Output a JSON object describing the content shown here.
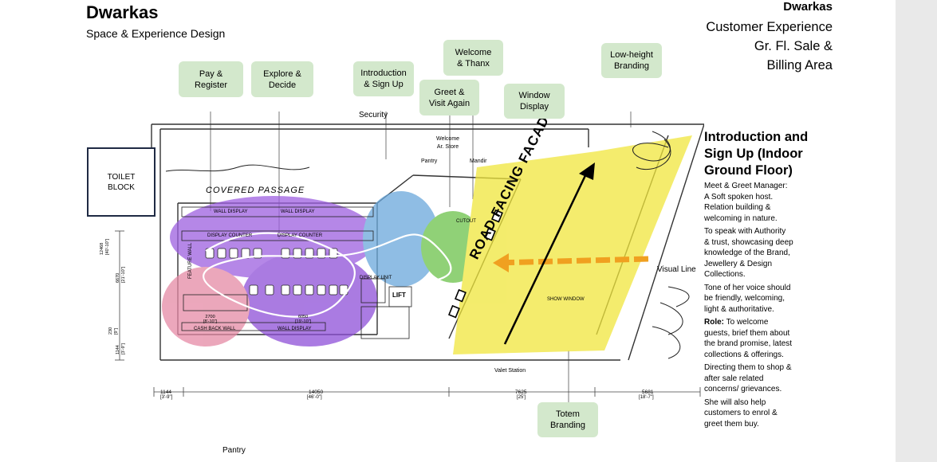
{
  "header": {
    "brand": "Dwarkas",
    "subtitle": "Space & Experience Design",
    "right_brand": "Dwarkas",
    "right_lines": [
      "Customer Experience",
      "Gr. Fl. Sale &",
      "Billing Area"
    ]
  },
  "tags": {
    "pay_register": "Pay &\nRegister",
    "explore_decide": "Explore &\nDecide",
    "introduction_signup": "Introduction\n& Sign Up",
    "welcome_thanx": "Welcome\n& Thanx",
    "greet_visit": "Greet &\nVisit Again",
    "window_display": "Window\nDisplay",
    "low_height_branding": "Low-height\nBranding",
    "totem_branding": "Totem\nBranding"
  },
  "plan_labels": {
    "security": "Security",
    "welcome_ar_store": "Welcome\nAr. Store",
    "pantry_top": "Pantry",
    "mandir": "Mandir",
    "covered_passage": "COVERED PASSAGE",
    "road_facing_facade": "ROAD FACING FACADE",
    "visual_line": "Visual Line",
    "valet_station": "Valet Station",
    "pantry_bottom": "Pantry",
    "toilet_block": "TOILET\nBLOCK",
    "wall_display_1": "WALL DISPLAY",
    "wall_display_2": "WALL DISPLAY",
    "wall_display_3": "WALL DISPLAY",
    "display_counter_1": "DISPLAY COUNTER",
    "display_counter_2": "DISPLAY COUNTER",
    "feature_wall": "FEATURE WALL",
    "cash_back_wall": "CASH BACK WALL",
    "display_unit": "DISPLAY UNIT",
    "lift": "LIFT",
    "show_window": "SHOW WINDOW",
    "cutout": "CUTOUT"
  },
  "dimensions": {
    "d1": "1144",
    "d1b": "[3'-9\"]",
    "d2": "14050",
    "d2b": "[46'-0\"]",
    "d3": "7625",
    "d3b": "[25']",
    "d4": "5681",
    "d4b": "[18'-7\"]",
    "v1": "12468\n[40'-10\"]",
    "v2": "6670\n[21'-10\"]",
    "v3": "230\n[9\"]",
    "v4": "1144\n[3'-9\"]",
    "inner1": "2700\n[8'-10\"]",
    "inner2": "6050\n[19'-10\"]"
  },
  "panel": {
    "title": "Introduction and Sign Up (Indoor Ground Floor)",
    "p1": "Meet & Greet Manager:\nA Soft spoken host.\nRelation building &\nwelcoming in  nature.",
    "p2": " To speak with Authority\n& trust, showcasing deep\nknowledge of the Brand,\nJewellery & Design\nCollections.",
    "p3": "Tone of her voice should\nbe friendly, welcoming,\nlight & authoritative.",
    "role_label": "Role:",
    "p4": " To welcome\nguests, brief them about\nthe brand promise, latest\ncollections & offerings.",
    "p5": "Directing them to shop &\nafter sale related\nconcerns/ grievances.",
    "p6": "She will also help\ncustomers to enrol &\ngreet them buy."
  },
  "colors": {
    "tag_green": "#d3e8cc",
    "zone_purple": "#9d5fe0",
    "zone_pink": "#e58aa5",
    "zone_blue": "#6aa8dc",
    "zone_green": "#6cc24a",
    "zone_yellow": "#f0e63c",
    "arrow_orange": "#f0a020",
    "side_strip": "#e9e9e9"
  }
}
